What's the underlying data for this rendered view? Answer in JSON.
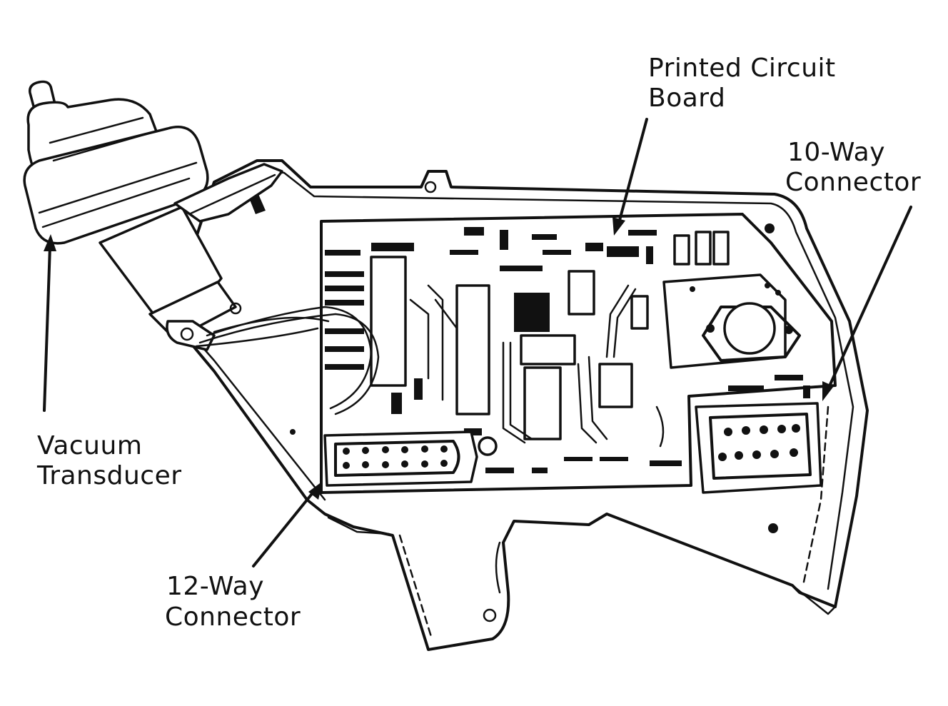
{
  "callouts": {
    "pcb": {
      "line1": "Printed Circuit",
      "line2": "Board"
    },
    "ten_way": {
      "line1": "10-Way",
      "line2": "Connector"
    },
    "vacuum": {
      "line1": "Vacuum",
      "line2": "Transducer"
    },
    "twelve_way": {
      "line1": "12-Way",
      "line2": "Connector"
    }
  },
  "colors": {
    "ink": "#111111",
    "paper": "#ffffff"
  }
}
